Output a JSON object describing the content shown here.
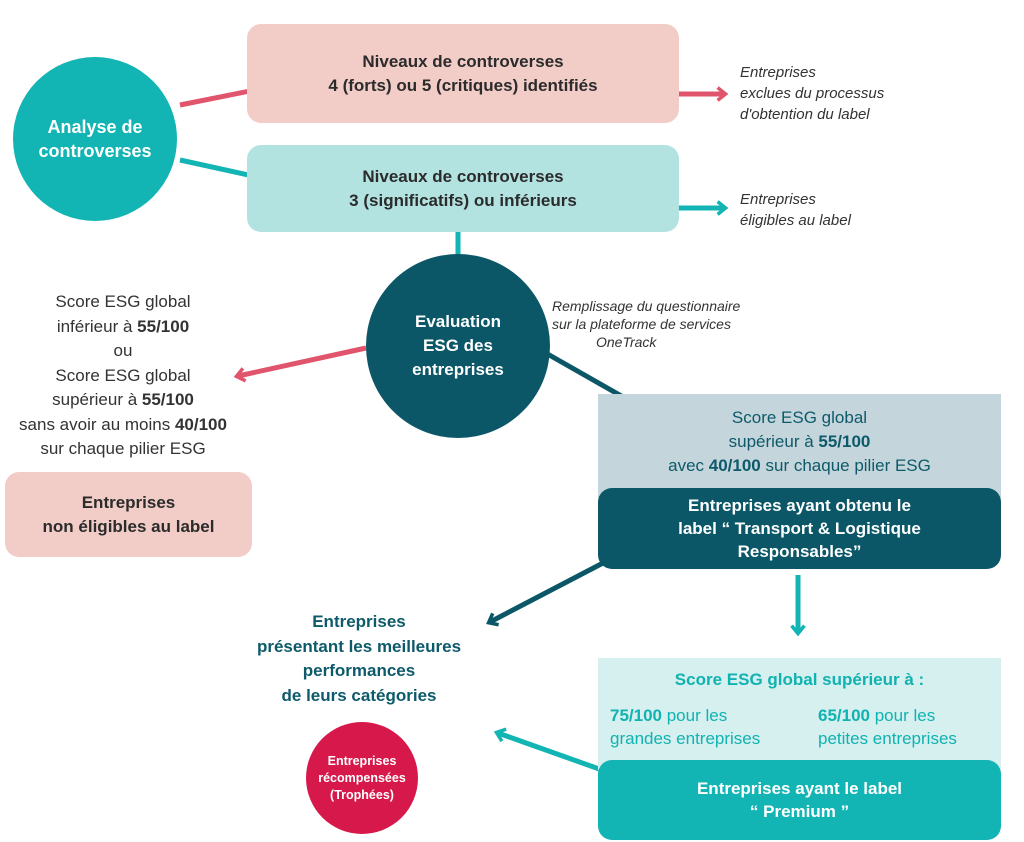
{
  "colors": {
    "red_arrow": "#e0556b",
    "teal": "#12b5b3",
    "dark_teal": "#0b5767",
    "pink_box": "#f2cdc8",
    "mint_box": "#b3e3e1",
    "gray_box": "#c5d5dc",
    "light_mint": "#d6efef",
    "crimson": "#d6184a"
  },
  "analyse": {
    "line1": "Analyse de",
    "line2": "controverses"
  },
  "box_forts": {
    "line1": "Niveaux de controverses",
    "line2": "4 (forts) ou 5 (critiques) identifiés"
  },
  "note_exclues": {
    "line1": "Entreprises",
    "line2": "exclues du processus",
    "line3": "d'obtention du label"
  },
  "box_significatifs": {
    "line1": "Niveaux de controverses",
    "line2": "3 (significatifs) ou inférieurs"
  },
  "note_eligibles": {
    "line1": "Entreprises",
    "line2": "éligibles au label"
  },
  "evaluation": {
    "line1": "Evaluation",
    "line2": "ESG des",
    "line3": "entreprises"
  },
  "note_questionnaire": {
    "line1": "Remplissage du questionnaire",
    "line2": "sur la plateforme de services",
    "line3": "OneTrack"
  },
  "left_criteria": {
    "l1": "Score ESG global",
    "l2a": "inférieur à ",
    "l2b": "55/100",
    "l3": "ou",
    "l4": "Score ESG global",
    "l5a": "supérieur à ",
    "l5b": "55/100",
    "l6a": "sans avoir au moins ",
    "l6b": "40/100",
    "l7": "sur chaque pilier ESG"
  },
  "non_eligibles": {
    "line1": "Entreprises",
    "line2": "non éligibles au label"
  },
  "gray_criteria": {
    "l1": "Score ESG global",
    "l2a": "supérieur à ",
    "l2b": "55/100",
    "l3a": "avec ",
    "l3b": "40/100",
    "l3c": " sur chaque pilier ESG"
  },
  "label_box": {
    "line1": "Entreprises ayant obtenu le",
    "line2": "label “ Transport & Logistique",
    "line3": "Responsables”"
  },
  "best_perf": {
    "line1": "Entreprises",
    "line2": "présentant les meilleures",
    "line3": "performances",
    "line4": "de leurs catégories"
  },
  "trophees": {
    "line1": "Entreprises",
    "line2": "récompensées",
    "line3": "(Trophées)"
  },
  "premium_criteria": {
    "title": "Score ESG global supérieur à :",
    "left_a": "75/100",
    "left_b": " pour les",
    "left_c": "grandes entreprises",
    "right_a": "65/100",
    "right_b": " pour les",
    "right_c": "petites entreprises"
  },
  "premium_box": {
    "line1": "Entreprises ayant le label",
    "line2": "“ Premium ”"
  }
}
